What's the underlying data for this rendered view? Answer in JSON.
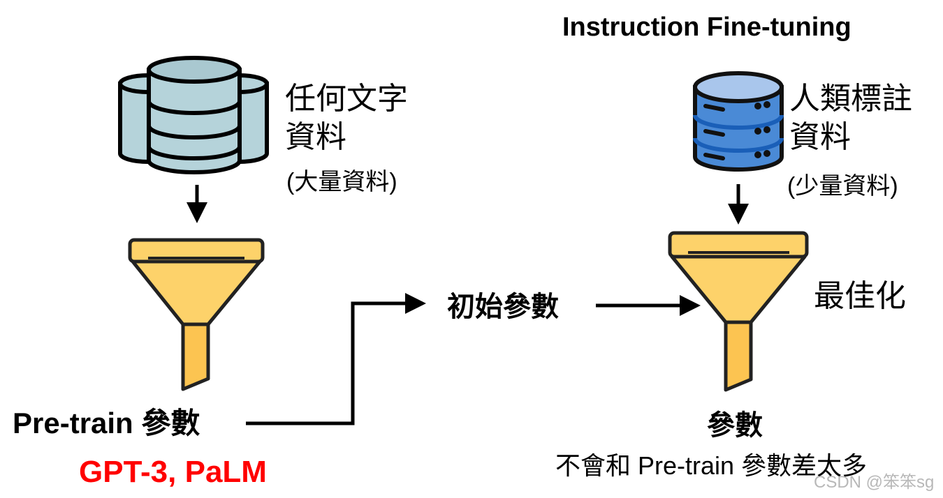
{
  "title": "Instruction Fine-tuning",
  "left": {
    "data_label_line1": "任何文字",
    "data_label_line2": "資料",
    "data_note": "(大量資料)",
    "params_label": "Pre-train 參數",
    "models": "GPT-3, PaLM",
    "database_icon": "database-stack-icon",
    "funnel_icon": "funnel-icon"
  },
  "middle": {
    "init_params": "初始參數"
  },
  "right": {
    "data_label_line1": "人類標註",
    "data_label_line2": "資料",
    "data_note": "(少量資料)",
    "optimize": "最佳化",
    "params_label": "參數",
    "params_note": "不會和 Pre-train 參數差太多",
    "database_icon": "database-icon",
    "funnel_icon": "funnel-icon"
  },
  "watermark": "CSDN @笨笨sg",
  "colors": {
    "highlight": "#ff0000",
    "funnel": "#fdd26a",
    "db_gray": "#b5d3da",
    "db_blue": "#4a8ad6"
  }
}
